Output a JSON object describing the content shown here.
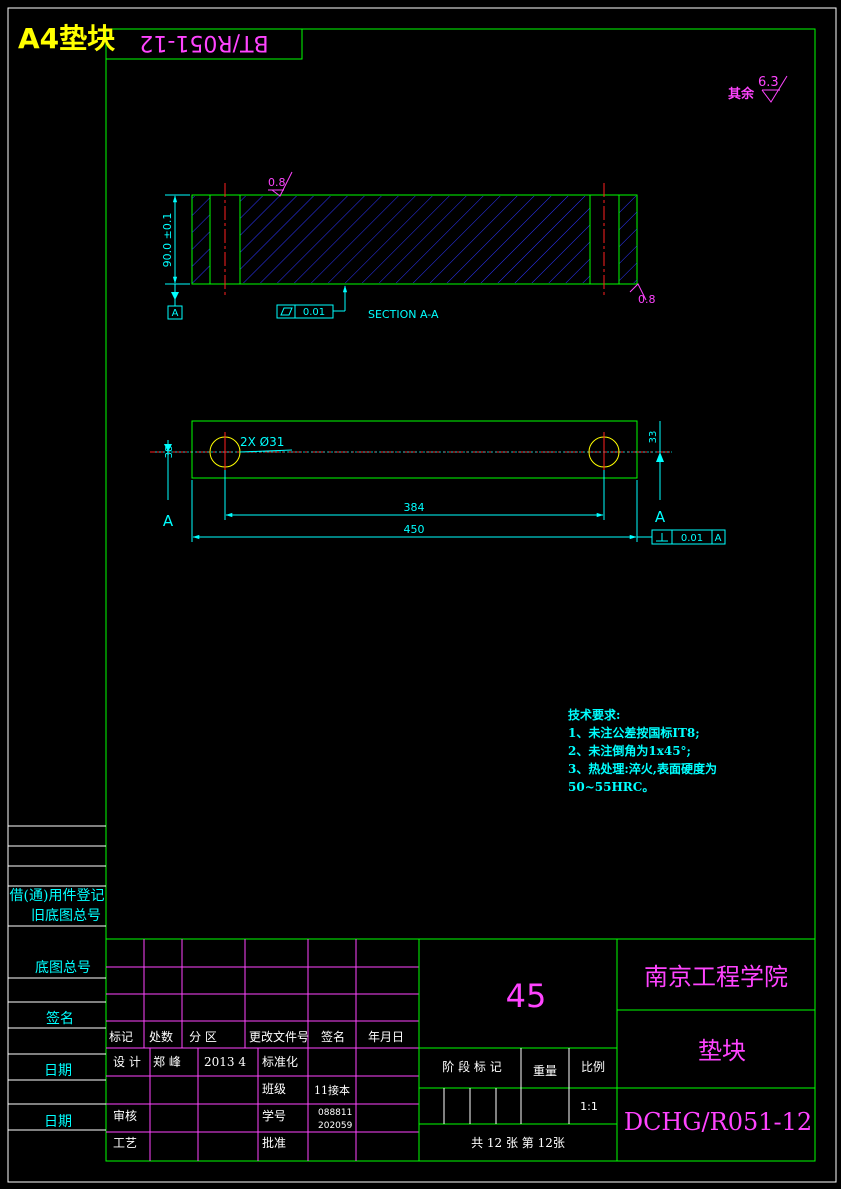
{
  "header": {
    "title_badge": "A4垫块",
    "rotated_code": "BT/R051-12"
  },
  "roughness": {
    "prefix": "其余",
    "value": "6.3"
  },
  "section": {
    "height_dim": "90.0 ±0.1",
    "datum": "A",
    "flatness_value": "0.01",
    "label": "SECTION A-A",
    "roughness_top": "0.8",
    "roughness_right": "0.8"
  },
  "plan": {
    "hole_note": "2X Ø31",
    "left_offset": "38",
    "right_offset": "33",
    "hole_spacing": "384",
    "overall_length": "450",
    "cut_label_left": "A",
    "cut_label_right": "A",
    "perp_value": "0.01",
    "perp_datum": "A"
  },
  "tech_requirements": {
    "title": "技术要求:",
    "items": [
      "1、未注公差按国标IT8;",
      "2、未注倒角为1x45°;",
      "3、热处理:淬火,表面硬度为",
      "50~55HRC。"
    ]
  },
  "left_strip": {
    "labels": [
      "借(通)用件登记",
      "旧底图总号",
      "底图总号",
      "签名",
      "日期",
      "日期"
    ]
  },
  "title_block": {
    "material": "45",
    "school": "南京工程学院",
    "part_name": "垫块",
    "drawing_no": "DCHG/R051-12",
    "headers": [
      "标记",
      "处数",
      "分 区",
      "更改文件号",
      "签名",
      "年月日"
    ],
    "design_label": "设 计",
    "designer": "郑  峰",
    "design_date": "2013 4",
    "standardize": "标准化",
    "class_label": "班级",
    "class_value": "11接本",
    "review": "审核",
    "student_no_label": "学号",
    "student_no_1": "088811",
    "student_no_2": "202059",
    "process": "工艺",
    "approve": "批准",
    "stage_mark": "阶 段 标 记",
    "weight": "重量",
    "scale_label": "比例",
    "scale": "1:1",
    "sheets": "共 12 张   第 12张"
  }
}
